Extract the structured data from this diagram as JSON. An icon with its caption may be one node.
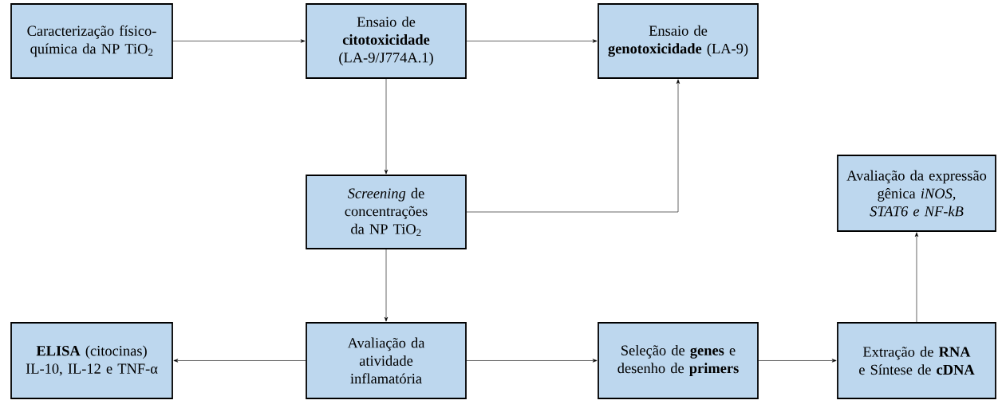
{
  "diagram": {
    "nodes": [
      {
        "text": [
          "Caracterização físico-química da NP TiO$_{2}$"
        ]
      },
      {
        "text": [
          "Ensaio de **citotoxicidade** (LA-9/J774A.1)"
        ]
      },
      {
        "text": [
          "Ensaio de **genotoxicidade** (LA-9)"
        ]
      },
      {
        "text": [
          "*Screening* de concentrações da NP TiO$_{2}$"
        ]
      },
      {
        "text": [
          "Avaliação da expressão gênica *iNOS, STAT6 e NF-kB*"
        ]
      },
      {
        "text": [
          "**ELISA** (citocinas) IL-10, IL-12 e TNF-α"
        ]
      },
      {
        "text": [
          "Avaliação da atividade inflamatória"
        ]
      },
      {
        "text": [
          "Seleção de **genes** e desenho de **primers**"
        ]
      },
      {
        "text": [
          "Extração de **RNA** e Síntese de **cDNA**"
        ]
      }
    ],
    "edges": [
      {
        "from": 0,
        "to": 1,
        "arrow": "to"
      },
      {
        "from": 1,
        "to": 2,
        "arrow": "to"
      },
      {
        "from": 1,
        "to": 3,
        "arrow": "to"
      },
      {
        "from": 3,
        "to": 2,
        "arrow": "to"
      },
      {
        "from": 3,
        "to": 6,
        "arrow": "to"
      },
      {
        "from": 6,
        "to": 5,
        "arrow": "to"
      },
      {
        "from": 6,
        "to": 7,
        "arrow": "to"
      },
      {
        "from": 7,
        "to": 8,
        "arrow": "to"
      },
      {
        "from": 8,
        "to": 4,
        "arrow": "to"
      }
    ]
  }
}
